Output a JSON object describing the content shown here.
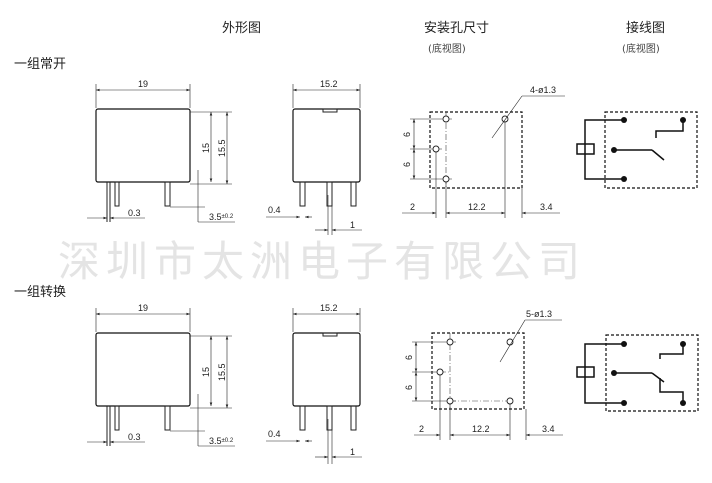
{
  "headers": {
    "outline": "外形图",
    "mounting": "安装孔尺寸",
    "mounting_sub": "(底视图)",
    "wiring": "接线图",
    "wiring_sub": "(底视图)"
  },
  "watermark": "深圳市太洲电子有限公司",
  "rows": [
    {
      "label": "一组常开",
      "front": {
        "width": "19",
        "h1": "15",
        "h2": "15.5",
        "pin": "0.3",
        "pin_len": "3.5",
        "pin_tol": "±0.2"
      },
      "side": {
        "width": "15.2",
        "pin": "0.4",
        "pitch": "1"
      },
      "holes": {
        "callout": "4-ø1.3",
        "v1": "6",
        "v2": "6",
        "b1": "2",
        "b2": "12.2",
        "b3": "3.4"
      }
    },
    {
      "label": "一组转换",
      "front": {
        "width": "19",
        "h1": "15",
        "h2": "15.5",
        "pin": "0.3",
        "pin_len": "3.5",
        "pin_tol": "±0.2"
      },
      "side": {
        "width": "15.2",
        "pin": "0.4",
        "pitch": "1"
      },
      "holes": {
        "callout": "5-ø1.3",
        "v1": "6",
        "v2": "6",
        "b1": "2",
        "b2": "12.2",
        "b3": "3.4"
      }
    }
  ]
}
